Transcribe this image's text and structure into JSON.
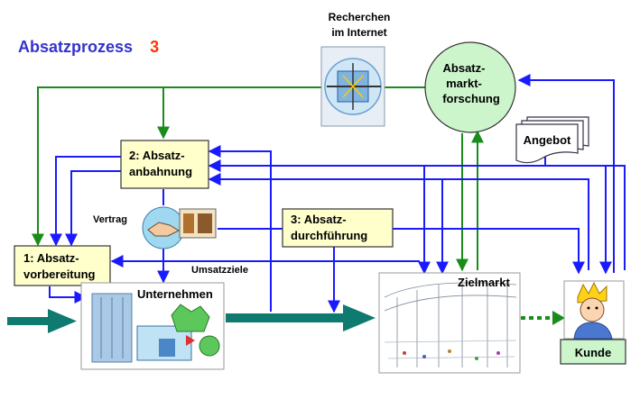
{
  "title": {
    "text": "Absatzprozess",
    "number": "3"
  },
  "colors": {
    "title": "#3333cc",
    "number": "#ff3300",
    "box_fill": "#ffffcc",
    "circle_fill": "#ccf5cc",
    "blue_arrow": "#1a1aff",
    "green_arrow": "#1a8c1a",
    "teal_arrow": "#0e7a70"
  },
  "nodes": {
    "recherchen": {
      "line1": "Recherchen",
      "line2": "im Internet",
      "icon": "globe-network-icon"
    },
    "forschung": {
      "line1": "Absatz-",
      "line2": "markt-",
      "line3": "forschung"
    },
    "angebot": {
      "label": "Angebot",
      "icon": "document-stack-icon"
    },
    "anbahnung": {
      "line1": "2: Absatz-",
      "line2": "anbahnung"
    },
    "vertrag": {
      "label": "Vertrag",
      "icon": "handshake-icon"
    },
    "durchfuehrung": {
      "line1": "3: Absatz-",
      "line2": "durchführung"
    },
    "vorbereitung": {
      "line1": "1: Absatz-",
      "line2": "vorbereitung"
    },
    "umsatzziele": {
      "label": "Umsatzziele"
    },
    "unternehmen": {
      "label": "Unternehmen",
      "icon": "factory-building-icon"
    },
    "zielmarkt": {
      "label": "Zielmarkt",
      "icon": "market-hall-icon"
    },
    "kunde": {
      "label": "Kunde",
      "icon": "customer-person-icon"
    }
  }
}
